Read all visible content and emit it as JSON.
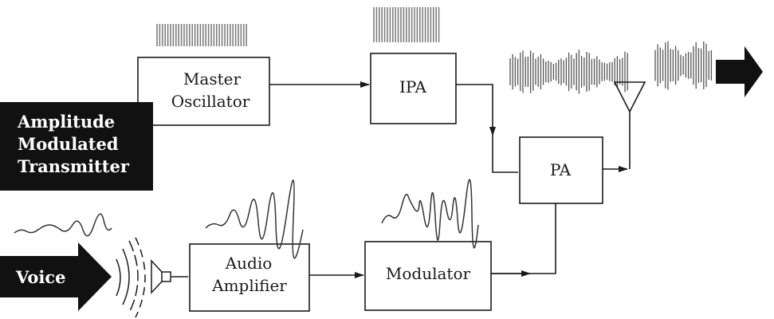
{
  "title_label": [
    "Amplitude",
    "Modulated",
    "Transmitter"
  ],
  "input_label": "Voice",
  "blocks": {
    "master_oscillator": [
      "Master",
      "Oscillator"
    ],
    "ipa": [
      "IPA"
    ],
    "pa": [
      "PA"
    ],
    "audio_amplifier": [
      "Audio",
      "Amplifier"
    ],
    "modulator": [
      "Modulator"
    ]
  },
  "colors": {
    "ink": "#1a1a1a",
    "label_bg": "#111111",
    "label_text": "#ffffff",
    "carrier": "#777777"
  },
  "icons": [
    "antenna-icon",
    "microphone-icon",
    "sound-waves-icon",
    "output-arrow-icon",
    "voice-arrow-icon"
  ]
}
